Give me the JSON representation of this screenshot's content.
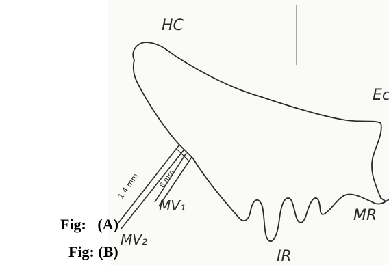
{
  "figure": {
    "labels": {
      "hc": "HC",
      "ec": "Ec",
      "mr": "MR",
      "ir": "IR",
      "mv1": "MV₁",
      "mv2": "MV₂",
      "dim_outer": "1.4 mm",
      "dim_inner": ".8 mm"
    }
  },
  "captions": {
    "a": "Fig:   (A)",
    "b": "Fig: (B)"
  },
  "colors": {
    "ink": "#2a2a2a",
    "paper": "#fafaf7",
    "caption": "#000000"
  }
}
